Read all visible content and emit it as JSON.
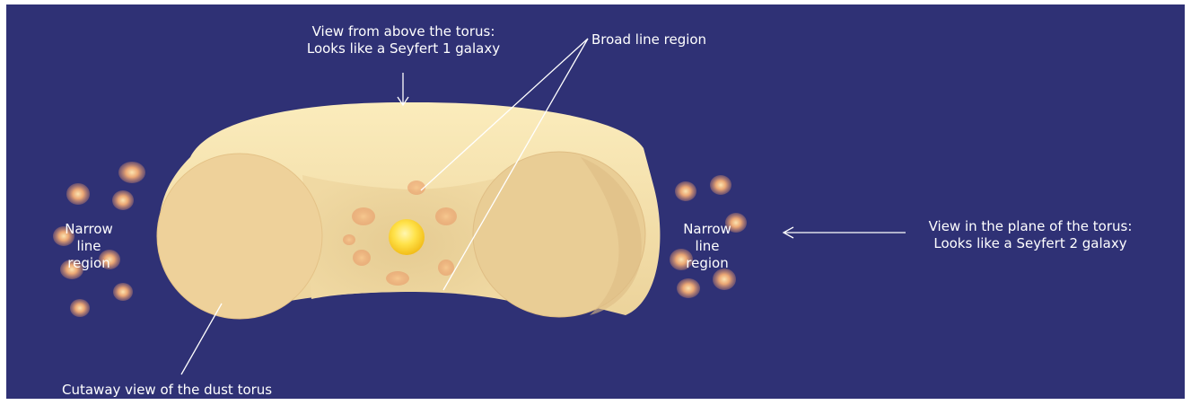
{
  "colors": {
    "background": "#2f3175",
    "torus_light": "#f6e2a6",
    "torus_dark": "#dfc48d",
    "cloud": "#e9a06f",
    "core": "#ffd93a",
    "text": "#ffffff"
  },
  "labels": {
    "view_above_line1": "View from above the torus:",
    "view_above_line2": "Looks like a Seyfert 1 galaxy",
    "broad_line_region": "Broad line region",
    "narrow_left_line1": "Narrow",
    "narrow_left_line2": "line",
    "narrow_left_line3": "region",
    "narrow_right_line1": "Narrow",
    "narrow_right_line2": "line",
    "narrow_right_line3": "region",
    "view_plane_line1": "View in the plane of the torus:",
    "view_plane_line2": "Looks like a Seyfert 2 galaxy",
    "cutaway": "Cutaway view of the dust torus"
  }
}
